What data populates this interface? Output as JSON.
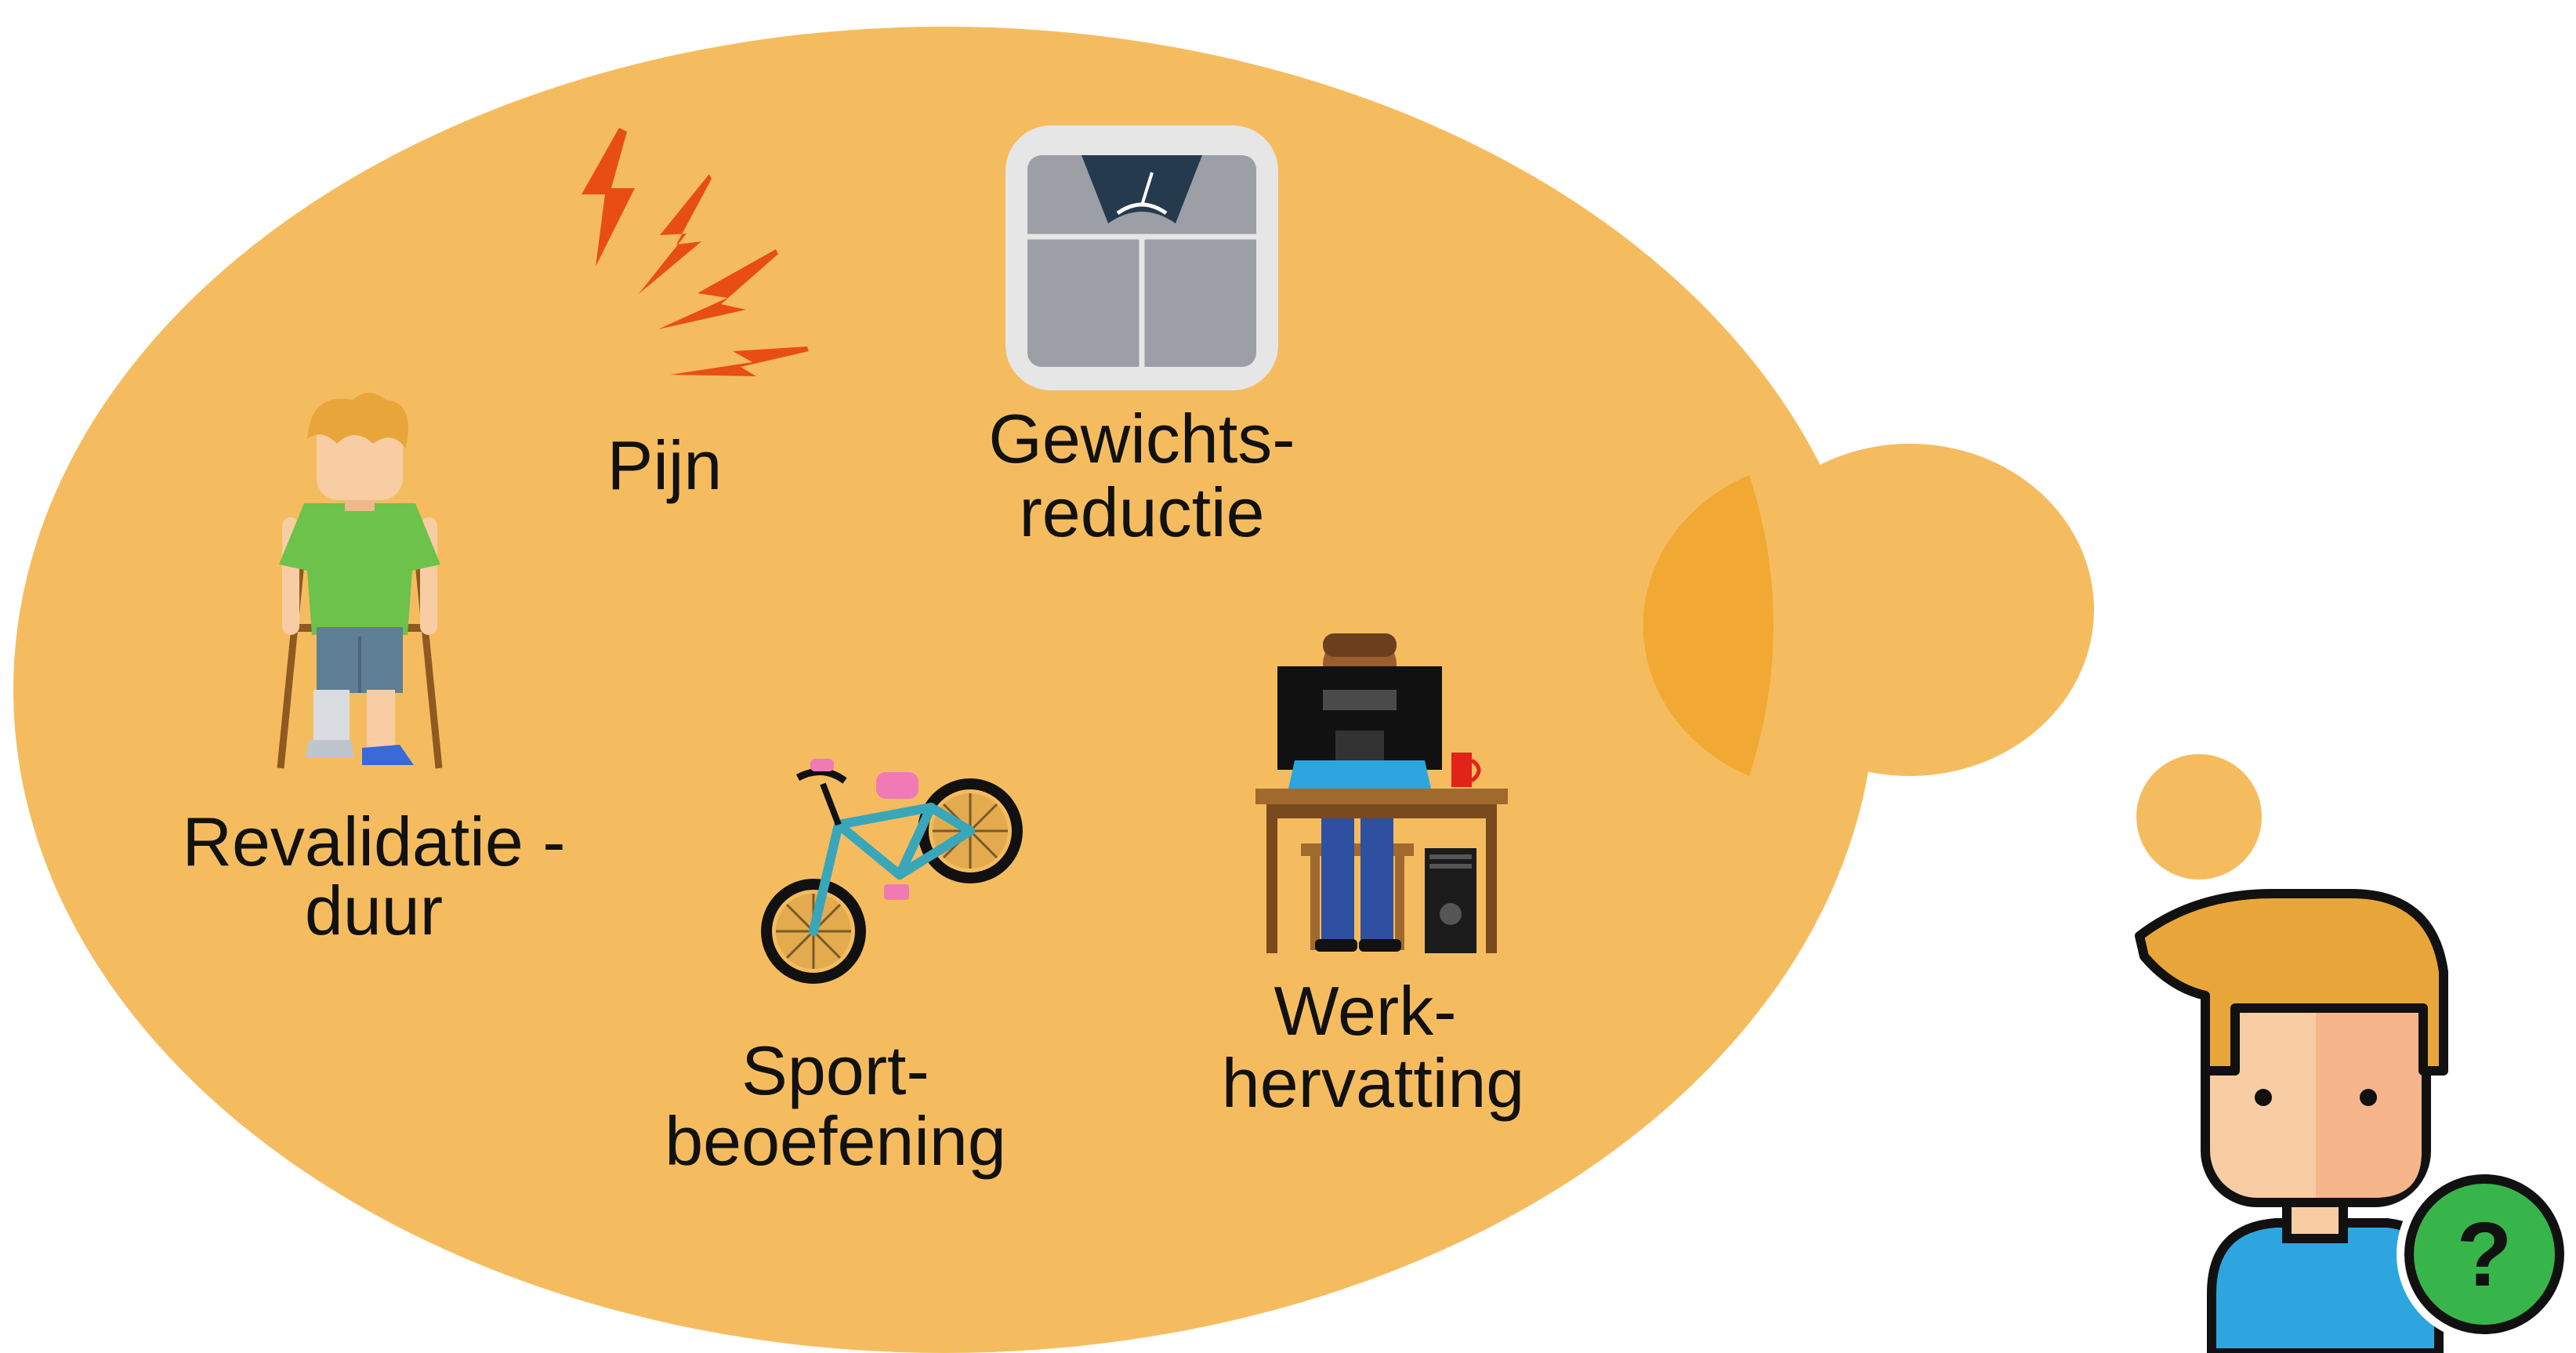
{
  "labels": {
    "pain": "Pijn",
    "weight_line1": "Gewichts-",
    "weight_line2": "reductie",
    "rehab_line1": "Revalidatie -",
    "rehab_line2": "duur",
    "sport_line1": "Sport-",
    "sport_line2": "beoefening",
    "work_line1": "Werk-",
    "work_line2": "hervatting"
  },
  "badge": {
    "symbol": "?"
  },
  "colors": {
    "bubble": "#F5BC5F",
    "bubble_overlap": "#F2A933",
    "lightning": "#E84E12",
    "scale_frame": "#E6E6E6",
    "scale_body": "#9C9FA5",
    "scale_display": "#263A4E",
    "shirt_green": "#6CC24A",
    "hair": "#E8A63A",
    "skin": "#F9CDA4",
    "shirt_blue": "#2DA6E0",
    "badge_green": "#38B54A",
    "outline": "#111111",
    "desk_wood": "#8E5A21",
    "monitor": "#111111",
    "mug": "#E2231A",
    "bike_frame": "#3AA6B9",
    "bike_pink": "#F07AB5"
  }
}
